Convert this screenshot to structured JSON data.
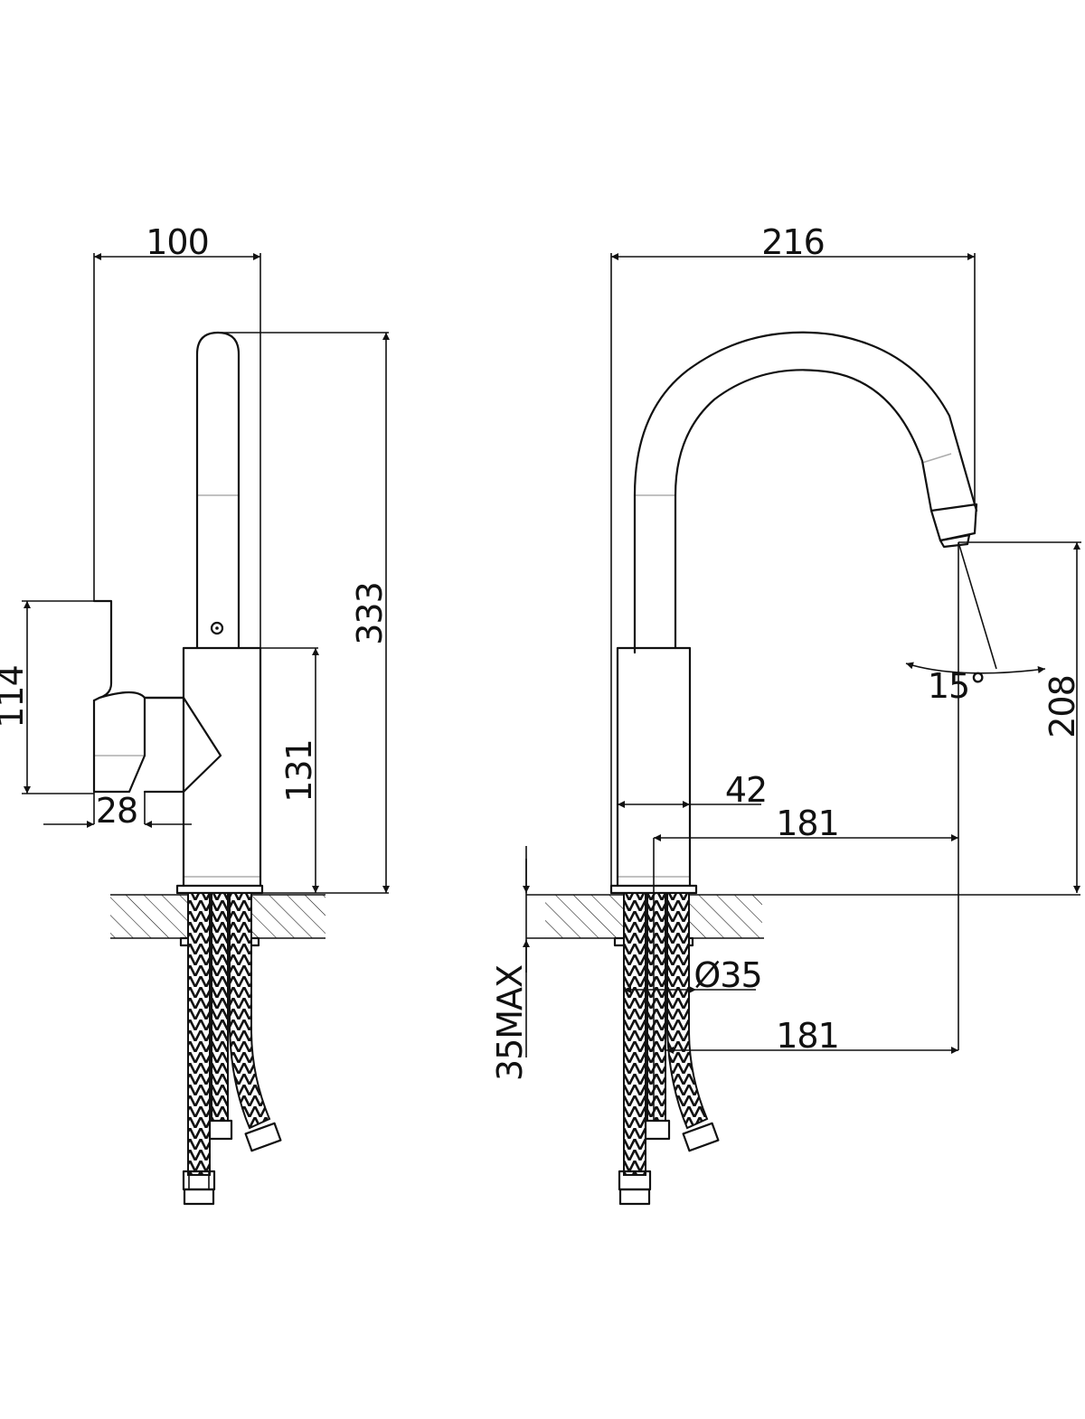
{
  "colors": {
    "line": "#111111",
    "background": "#ffffff"
  },
  "dimensions": {
    "side_view": {
      "overall_depth": "100",
      "total_height": "333",
      "handle_height": "114",
      "body_height": "131",
      "handle_offset": "28"
    },
    "front_view": {
      "overall_width": "216",
      "spout_height": "208",
      "body_diameter": "42",
      "spout_reach_upper": "181",
      "spout_reach_lower": "181",
      "hole_diameter": "Ø35",
      "max_counter_thickness": "35MAX",
      "spout_angle": "15°"
    }
  }
}
